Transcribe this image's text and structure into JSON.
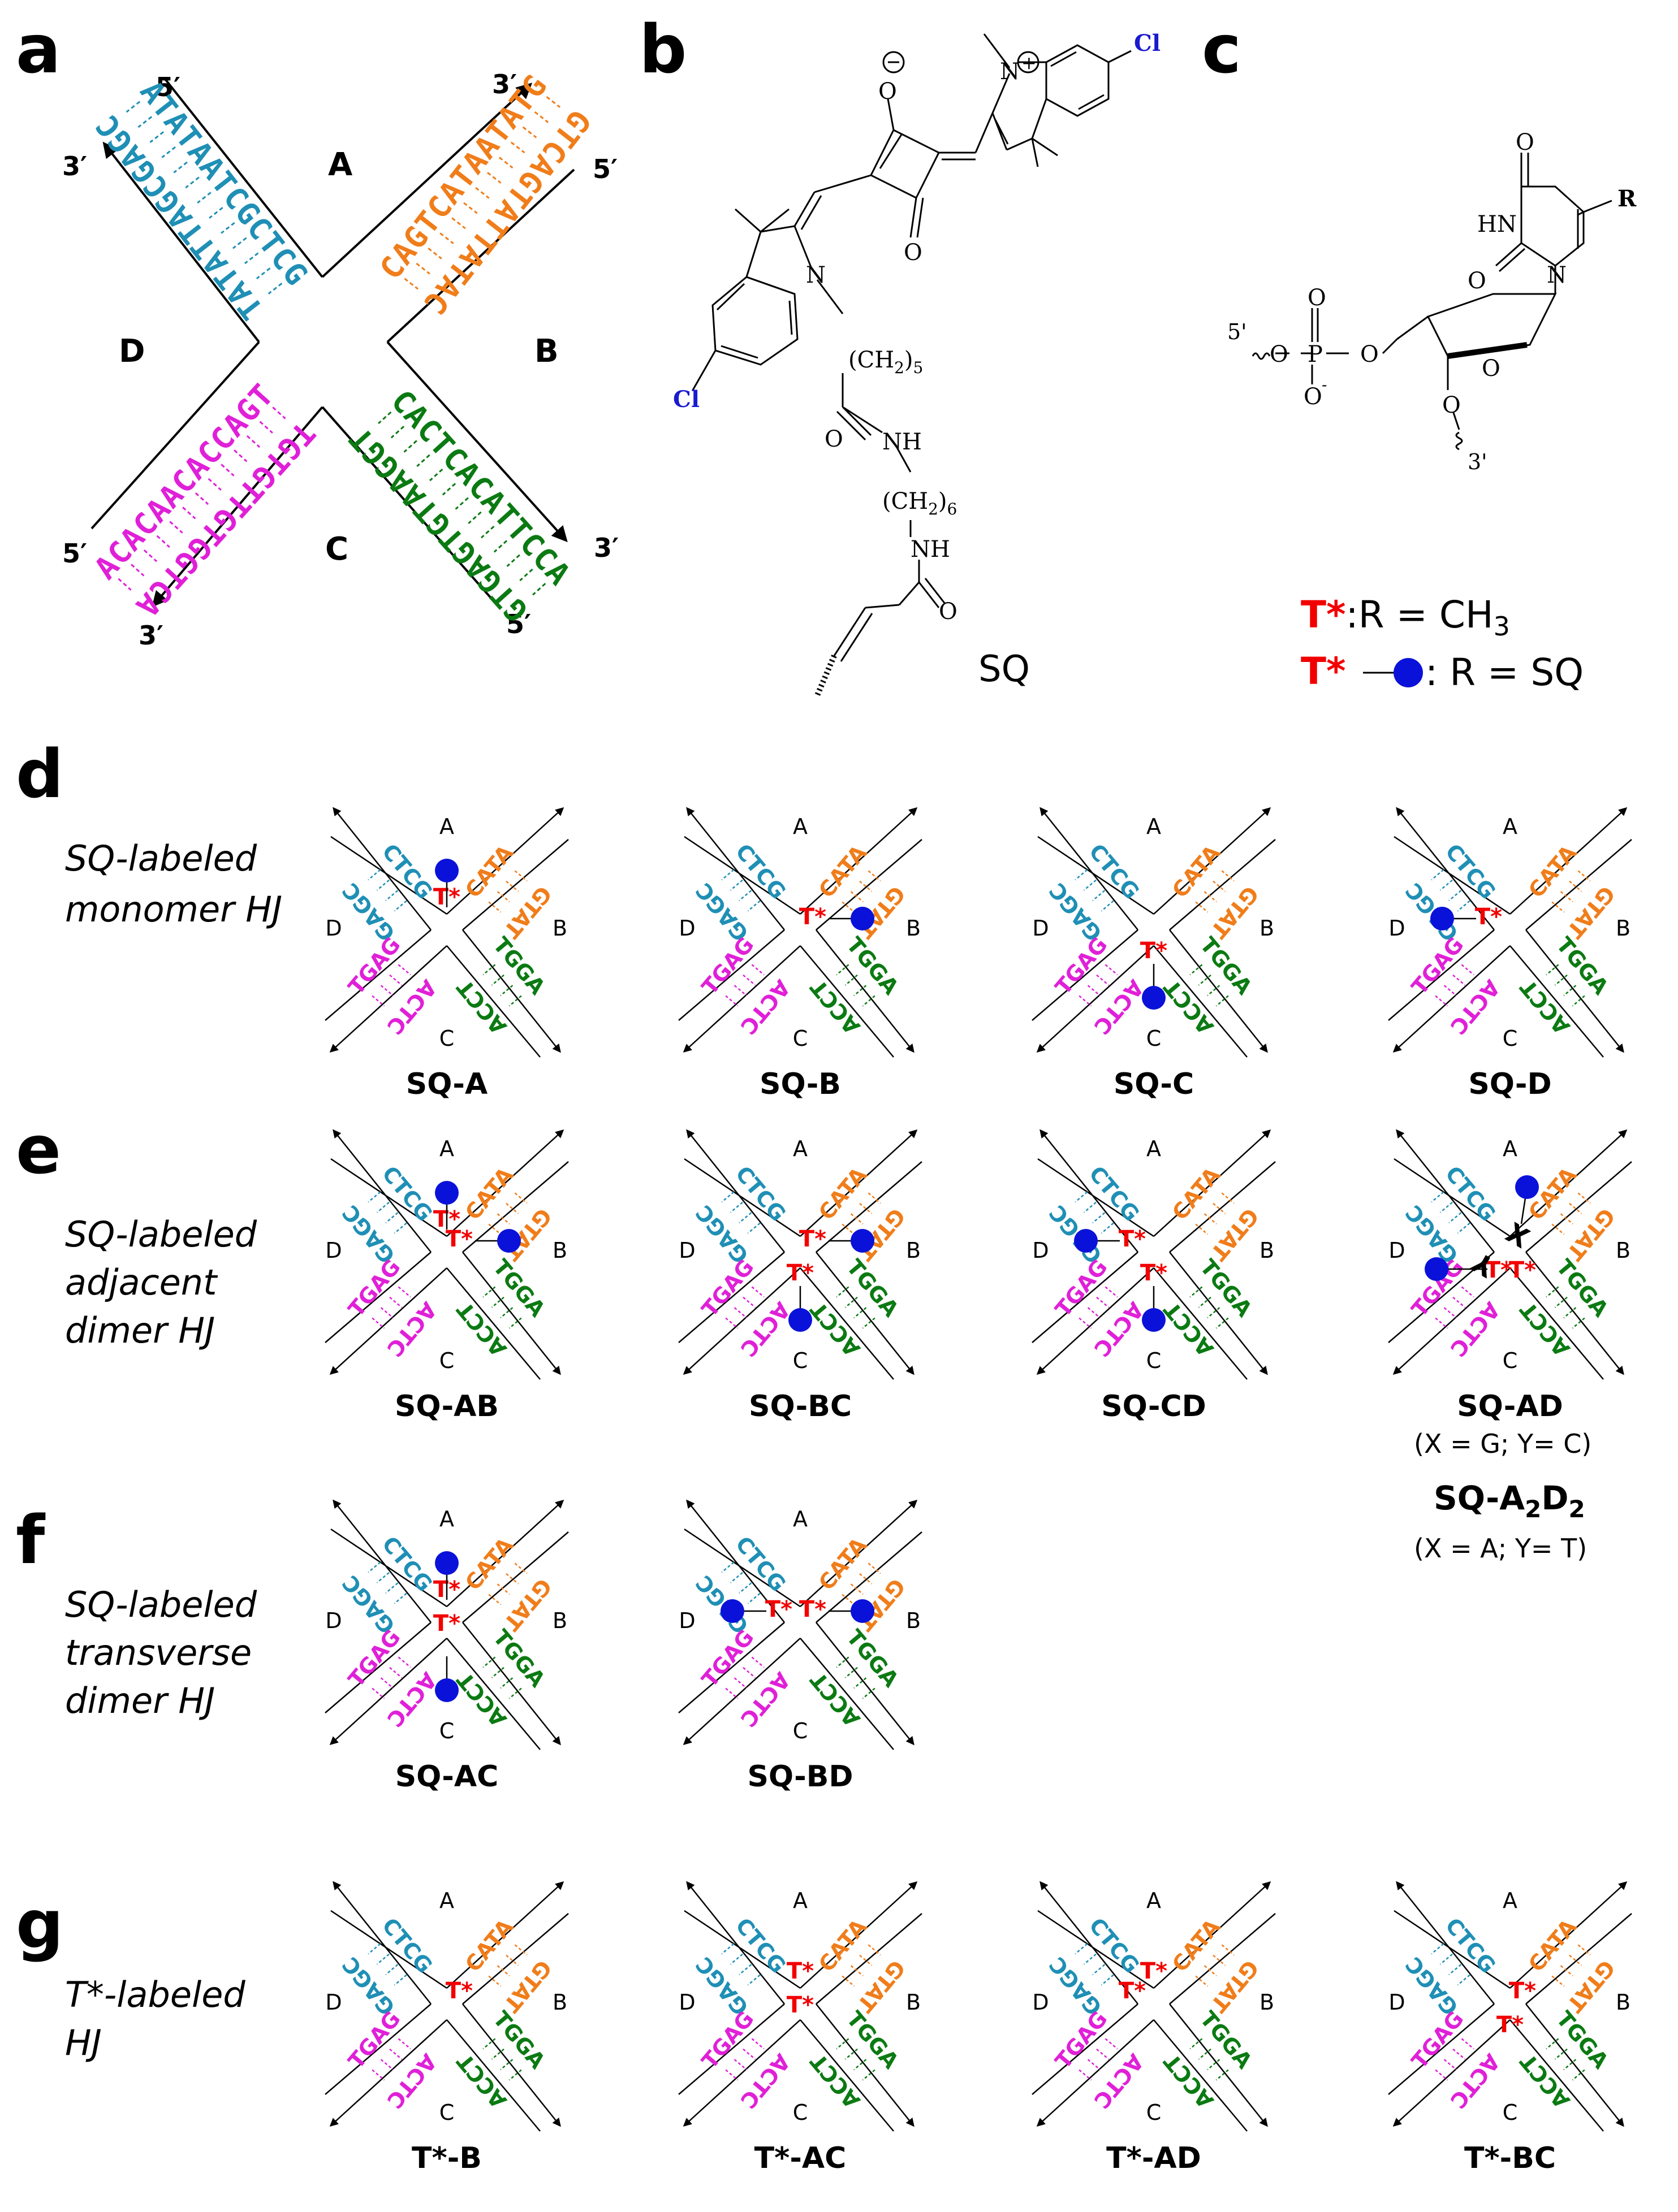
{
  "colors": {
    "A": "#1f8fb5",
    "B": "#f07d1a",
    "C": "#0b7a12",
    "D": "#e020d8",
    "tstar": "#f20000",
    "dye": "#0a12d9",
    "line": "#000000",
    "cl": "#1a1ad0"
  },
  "panels": {
    "a": "a",
    "b": "b",
    "c": "c",
    "d": "d",
    "e": "e",
    "f": "f",
    "g": "g"
  },
  "hj_main": {
    "arm_labels": {
      "A": "A",
      "B": "B",
      "C": "C",
      "D": "D"
    },
    "seq": {
      "A_outer": "ATATAATCGCTCG",
      "A_inner": "TATATTAGCGAGC",
      "B_outer": "CAGTCATAATATG",
      "B_inner": "GTCAGTATTATAC",
      "C_outer": "CACTCACATTCCA",
      "C_inner": "GTGAGTGTAAGGT",
      "D_outer": "ACACAACACCAGT",
      "D_inner": "TGTGTTGTGGTCA"
    },
    "ends": {
      "p5": "5′",
      "p3": "3′"
    }
  },
  "sq_structure": {
    "name": "SQ",
    "cl": "Cl",
    "n": "N",
    "o": "O",
    "nh": "NH",
    "ch2_5": "(CH",
    "ch2_5_sub": "2",
    "ch2_5_close": ")",
    "ch2_5_n": "5",
    "ch2_6_n": "6"
  },
  "nucleotide": {
    "hn": "HN",
    "r": "R",
    "p": "P",
    "o": "O",
    "p5": "5'",
    "p3": "3'",
    "def1_a": "T*",
    "def1_b": ":R = CH",
    "def1_sub": "3",
    "def2_a": "T*",
    "def2_b": ": R = SQ"
  },
  "row_labels": {
    "d": [
      "SQ-labeled",
      "monomer HJ"
    ],
    "e": [
      "SQ-labeled",
      "adjacent",
      "dimer HJ"
    ],
    "f": [
      "SQ-labeled",
      "transverse",
      "dimer HJ"
    ],
    "g": [
      "T*-labeled",
      "HJ"
    ]
  },
  "small_seq": {
    "A_out": "CTCG",
    "A_in": "GAGC",
    "B_out": "CATA",
    "B_in": "GTAT",
    "C_out": "TGGA",
    "C_in": "ACCT",
    "D_out": "TGAG",
    "D_in": "ACTC",
    "tstar": "T*",
    "X": "X",
    "Y": "Y"
  },
  "constructs": [
    {
      "row": "d",
      "col": 0,
      "name": "SQ-A",
      "tstar": [
        "A"
      ],
      "dye": [
        "A"
      ]
    },
    {
      "row": "d",
      "col": 1,
      "name": "SQ-B",
      "tstar": [
        "B"
      ],
      "dye": [
        "B"
      ]
    },
    {
      "row": "d",
      "col": 2,
      "name": "SQ-C",
      "tstar": [
        "C"
      ],
      "dye": [
        "C"
      ]
    },
    {
      "row": "d",
      "col": 3,
      "name": "SQ-D",
      "tstar": [
        "D"
      ],
      "dye": [
        "D"
      ]
    },
    {
      "row": "e",
      "col": 0,
      "name": "SQ-AB",
      "tstar": [
        "A",
        "B"
      ],
      "dye": [
        "A",
        "B"
      ]
    },
    {
      "row": "e",
      "col": 1,
      "name": "SQ-BC",
      "tstar": [
        "B",
        "C"
      ],
      "dye": [
        "B",
        "C"
      ]
    },
    {
      "row": "e",
      "col": 2,
      "name": "SQ-CD",
      "tstar": [
        "C",
        "D"
      ],
      "dye": [
        "C",
        "D"
      ]
    },
    {
      "row": "e",
      "col": 3,
      "name": "SQ-AD",
      "tstar": [
        "Bx",
        "Dx"
      ],
      "dye": [
        "A",
        "D"
      ],
      "xy": true
    },
    {
      "row": "f",
      "col": 0,
      "name": "SQ-AC",
      "tstar": [
        "A",
        "C2"
      ],
      "dye": [
        "A",
        "C"
      ]
    },
    {
      "row": "f",
      "col": 1,
      "name": "SQ-BD",
      "tstar": [
        "B",
        "D"
      ],
      "dye": [
        "B",
        "D"
      ]
    },
    {
      "row": "g",
      "col": 0,
      "name": "T*-B",
      "tstar": [
        "B"
      ],
      "dye": []
    },
    {
      "row": "g",
      "col": 1,
      "name": "T*-AC",
      "tstar": [
        "A",
        "C2"
      ],
      "dye": []
    },
    {
      "row": "g",
      "col": 2,
      "name": "T*-AD",
      "tstar": [
        "A",
        "D"
      ],
      "dye": []
    },
    {
      "row": "g",
      "col": 3,
      "name": "T*-BC",
      "tstar": [
        "B",
        "C"
      ],
      "dye": []
    }
  ],
  "sqad_notes": {
    "n1": "(X = G; Y= C)",
    "n2_a": "SQ-A",
    "n2_b": "2",
    "n2_c": "D",
    "n2_d": "2",
    "n3": "(X = A; Y= T)"
  }
}
